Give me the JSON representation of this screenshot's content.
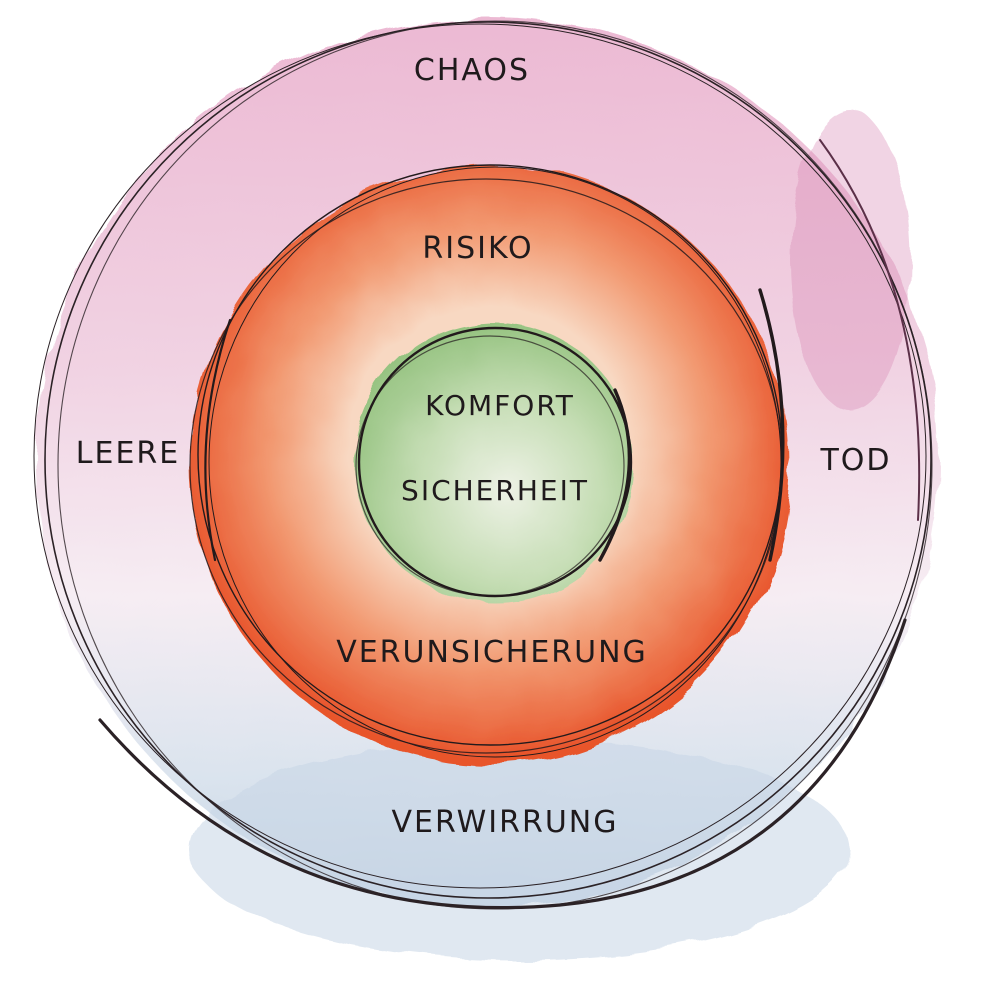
{
  "diagram": {
    "zones": {
      "outer": {
        "labels": {
          "top": "CHAOS",
          "left": "LEERE",
          "right": "TOD",
          "bottom": "VERWIRRUNG"
        }
      },
      "middle": {
        "labels": {
          "top": "RISIKO",
          "bottom": "VERUNSICHERUNG"
        }
      },
      "core": {
        "labels": {
          "line1": "KOMFORT",
          "line2": "SICHERHEIT"
        }
      }
    },
    "colors": {
      "outer_top": "#e9b6cf",
      "outer_bottom": "#c9d7e6",
      "middle_edge": "#e8582e",
      "middle_inner": "#f6cdb4",
      "core": "#a9cf94",
      "ink": "#1f1a1c"
    }
  }
}
